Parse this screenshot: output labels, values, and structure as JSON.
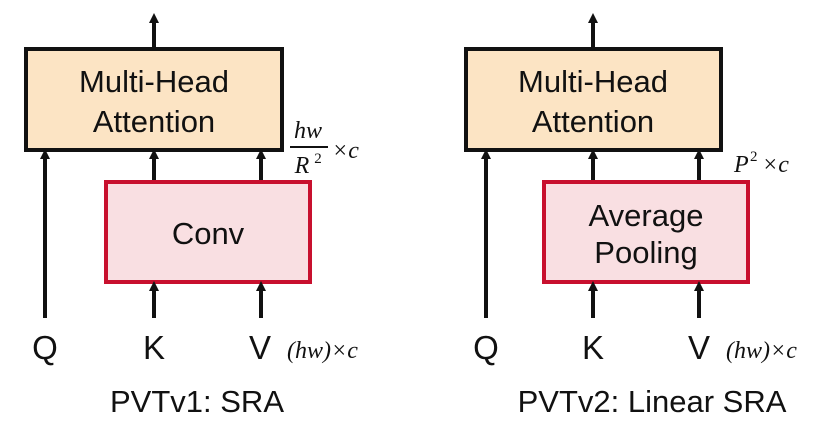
{
  "colors": {
    "attention_fill": "#fce4c4",
    "attention_stroke": "#111111",
    "reduce_fill": "#f9dfe2",
    "reduce_stroke": "#c8102e",
    "arrow": "#111111"
  },
  "left": {
    "attention_line1": "Multi-Head",
    "attention_line2": "Attention",
    "reduce_line1": "Conv",
    "q": "Q",
    "k": "K",
    "v": "V",
    "input_dim_prefix": "(hw)",
    "input_dim_suffix": "×c",
    "kv_dim_num": "hw",
    "kv_dim_den": "R",
    "kv_dim_den_exp": "2",
    "kv_dim_suffix": "×c",
    "caption": "PVTv1: SRA"
  },
  "right": {
    "attention_line1": "Multi-Head",
    "attention_line2": "Attention",
    "reduce_line1": "Average",
    "reduce_line2": "Pooling",
    "q": "Q",
    "k": "K",
    "v": "V",
    "input_dim_prefix": "(hw)",
    "input_dim_suffix": "×c",
    "kv_dim_base": "P",
    "kv_dim_exp": "2",
    "kv_dim_suffix": "×c",
    "caption": "PVTv2: Linear SRA"
  }
}
